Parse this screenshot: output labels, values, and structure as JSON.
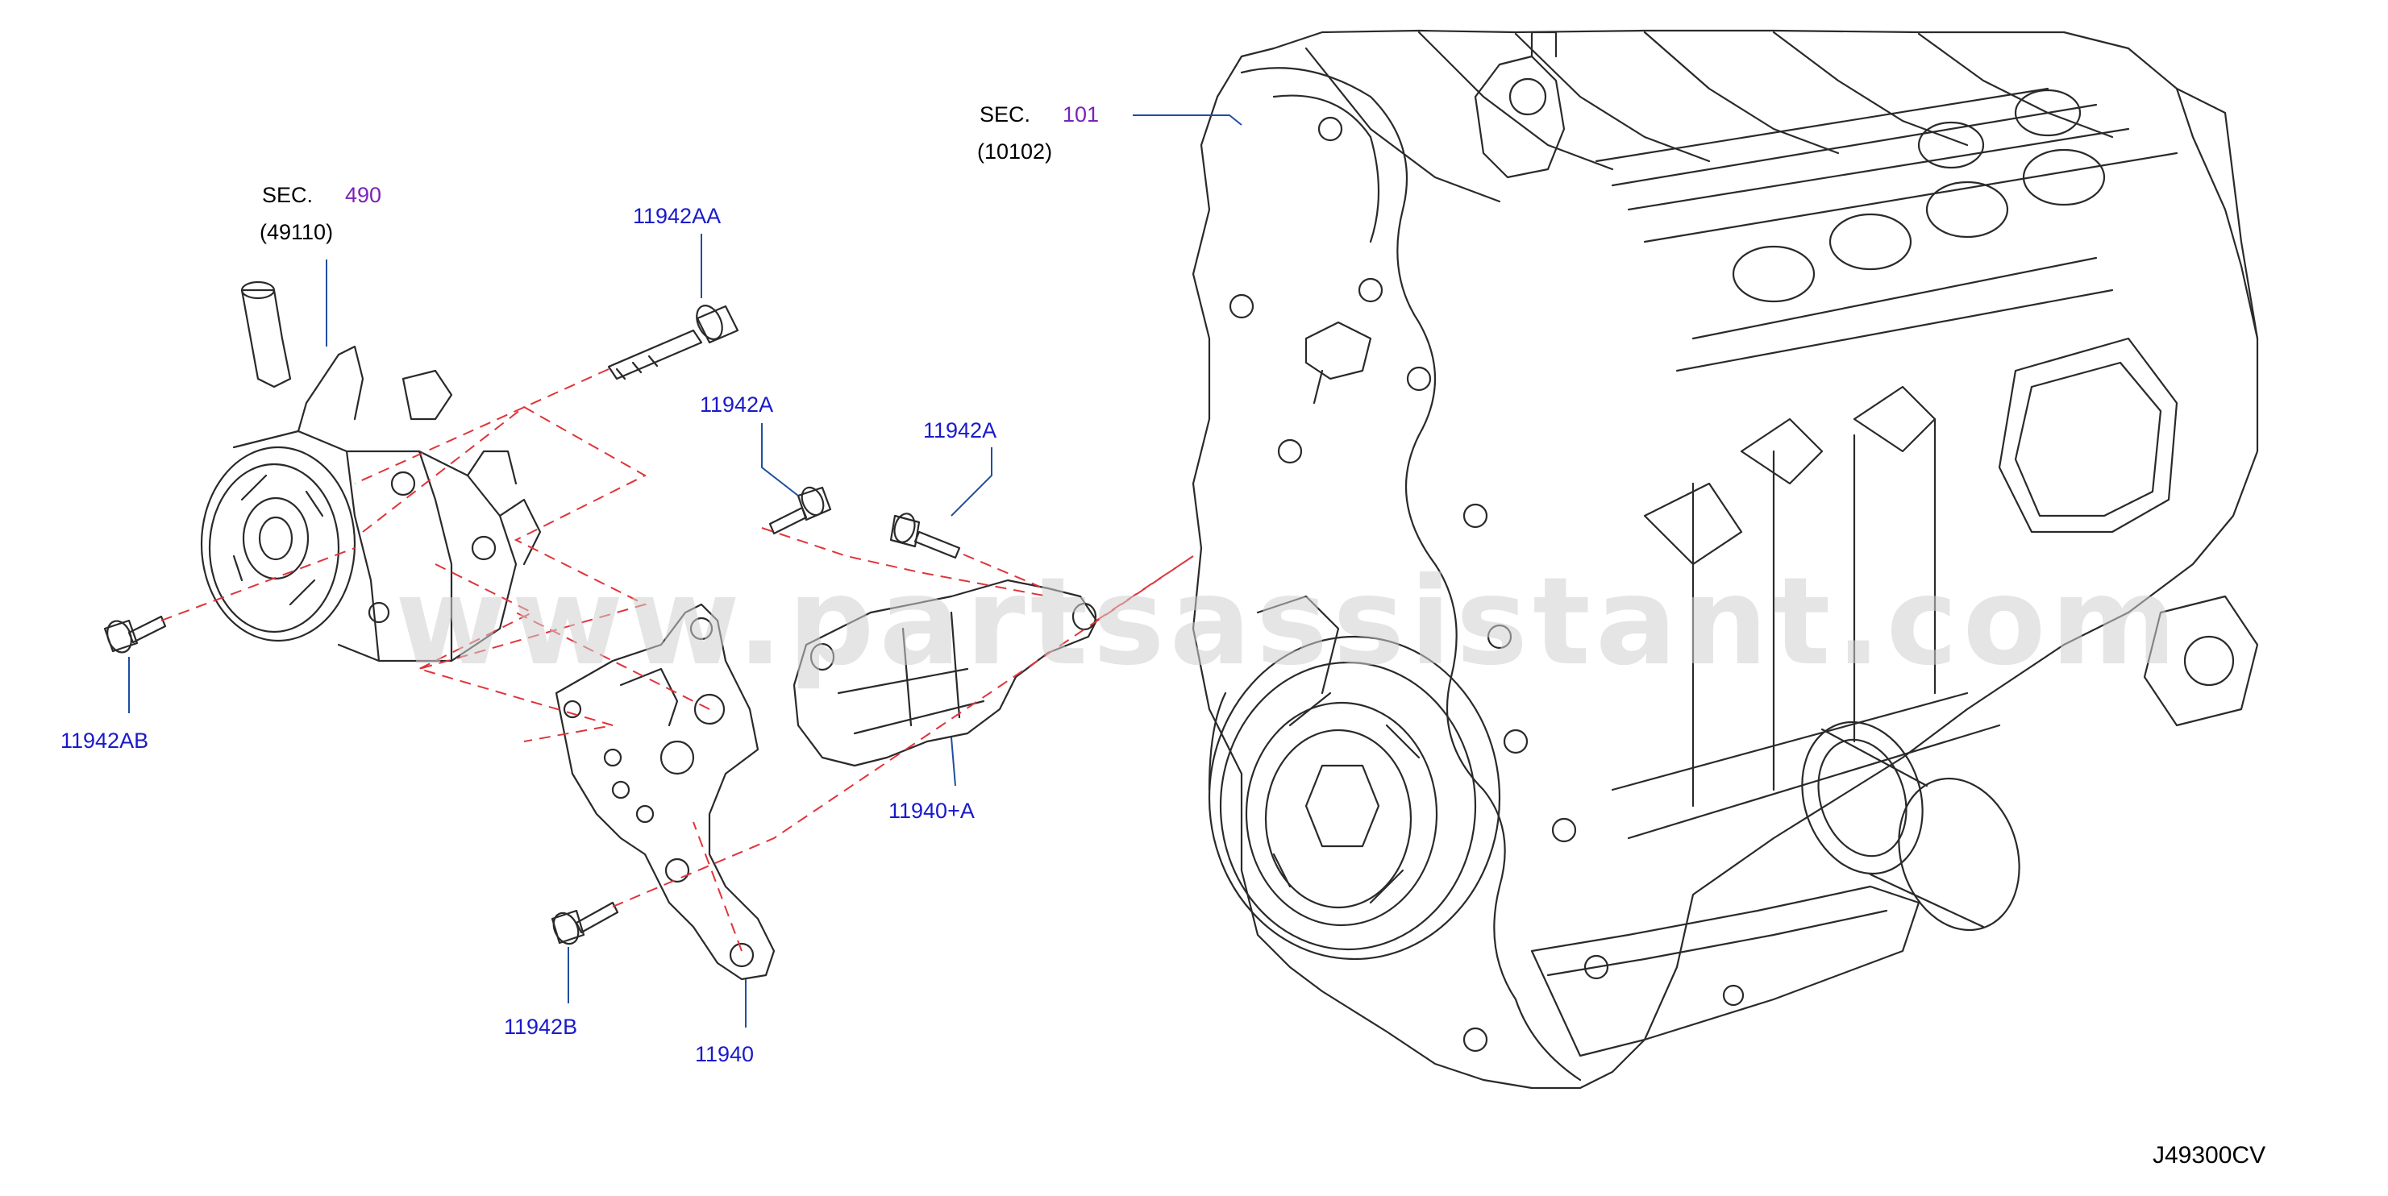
{
  "colors": {
    "part_label": "#1a1acc",
    "section_number": "#7a22b8",
    "line": "#2a2a2a",
    "leader": "#1f4fa0",
    "dashed_guide": "#e0343a",
    "watermark": "#cfcfcf"
  },
  "watermark": "www.partsassistant.com",
  "diagram_code": "J49300CV",
  "sections": [
    {
      "prefix": "SEC.",
      "number": "101",
      "ref": "(10102)"
    },
    {
      "prefix": "SEC.",
      "number": "490",
      "ref": "(49110)"
    }
  ],
  "callouts": [
    {
      "id": "11942AA",
      "label": "11942AA"
    },
    {
      "id": "11942A_1",
      "label": "11942A"
    },
    {
      "id": "11942A_2",
      "label": "11942A"
    },
    {
      "id": "11942AB",
      "label": "11942AB"
    },
    {
      "id": "11940A",
      "label": "11940+A"
    },
    {
      "id": "11942B",
      "label": "11942B"
    },
    {
      "id": "11940",
      "label": "11940"
    }
  ]
}
